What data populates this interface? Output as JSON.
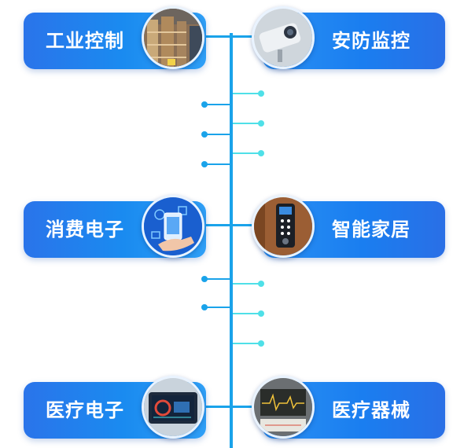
{
  "categories": {
    "left": [
      {
        "label": "工业控制",
        "icon": "warehouse-shelves-icon"
      },
      {
        "label": "消费电子",
        "icon": "smartphone-hand-icon"
      },
      {
        "label": "医疗电子",
        "icon": "medical-monitor-icon"
      }
    ],
    "right": [
      {
        "label": "安防监控",
        "icon": "security-camera-icon"
      },
      {
        "label": "智能家居",
        "icon": "smart-door-lock-icon"
      },
      {
        "label": "医疗器械",
        "icon": "ecg-device-icon"
      }
    ]
  },
  "colors": {
    "trunk": "#1aa3ea",
    "accent_cyan": "#4fe0e8",
    "pill_blue": "#1a7ef0",
    "text": "#ffffff"
  }
}
